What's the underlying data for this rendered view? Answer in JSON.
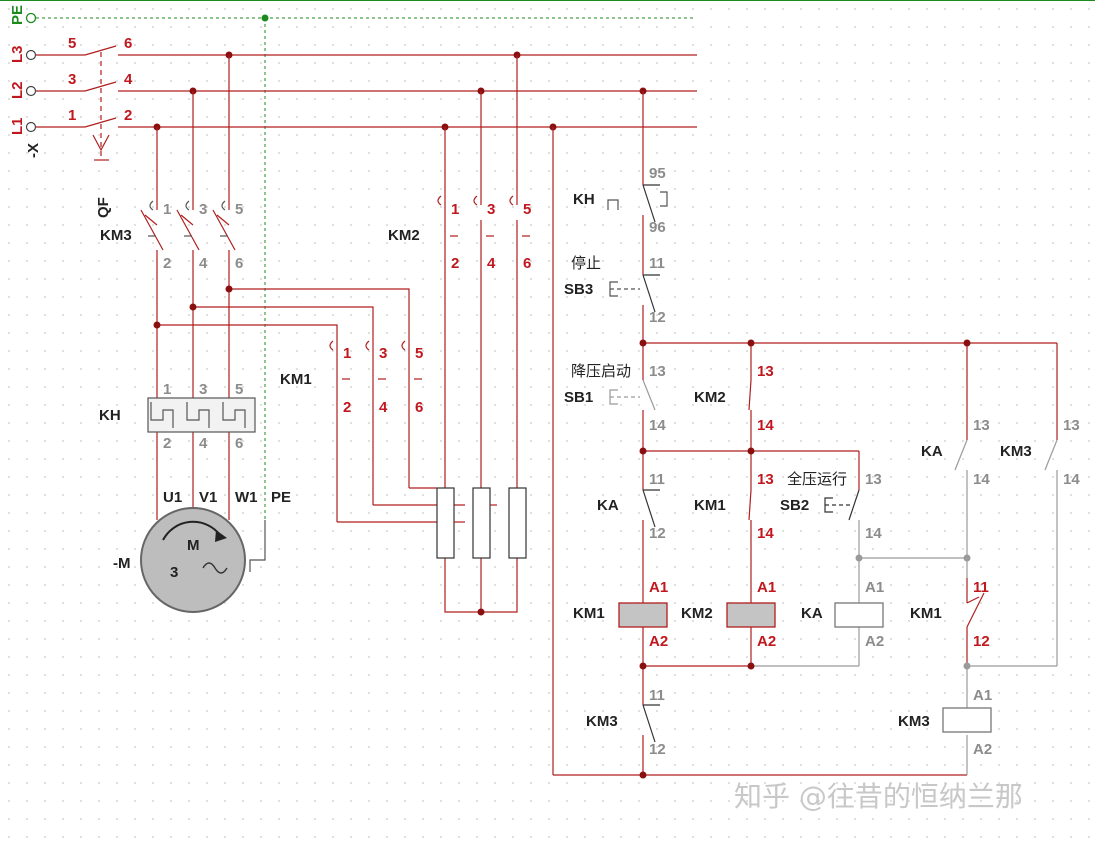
{
  "colors": {
    "wire_red": "#b01e1e",
    "wire_gray": "#9a9a9a",
    "pe_green": "#1c8a1c",
    "motor_fill": "#bdbdbd",
    "coil_fill": "#c4c4c4"
  },
  "supply": {
    "pe": "PE",
    "l3": "L3",
    "l2": "L2",
    "l1": "L1",
    "x": "-X"
  },
  "breaker": {
    "name": "QF",
    "t5": "5",
    "t6": "6",
    "t3": "3",
    "t4": "4",
    "t1": "1",
    "t2": "2"
  },
  "km3_main": {
    "name": "KM3",
    "t1": "1",
    "t3": "3",
    "t5": "5",
    "t2": "2",
    "t4": "4",
    "t6": "6"
  },
  "km2_main": {
    "name": "KM2",
    "t1": "1",
    "t3": "3",
    "t5": "5",
    "t2": "2",
    "t4": "4",
    "t6": "6"
  },
  "km1_main": {
    "name": "KM1",
    "t1": "1",
    "t3": "3",
    "t5": "5",
    "t2": "2",
    "t4": "4",
    "t6": "6"
  },
  "kh_main": {
    "name": "KH",
    "t1": "1",
    "t3": "3",
    "t5": "5",
    "t2": "2",
    "t4": "4",
    "t6": "6"
  },
  "motor": {
    "name": "-M",
    "u1": "U1",
    "v1": "V1",
    "w1": "W1",
    "pe": "PE",
    "m": "M",
    "phases": "3",
    "ac": "~"
  },
  "control": {
    "kh": {
      "name": "KH",
      "t95": "95",
      "t96": "96"
    },
    "stop": {
      "name": "SB3",
      "label": "停止",
      "t11": "11",
      "t12": "12"
    },
    "start_reduced": {
      "name": "SB1",
      "label": "降压启动",
      "t13": "13",
      "t14": "14"
    },
    "km2_aux": {
      "name": "KM2",
      "t13": "13",
      "t14": "14"
    },
    "ka_nc": {
      "name": "KA",
      "t11": "11",
      "t12": "12"
    },
    "km1_aux": {
      "name": "KM1",
      "t13": "13",
      "t14": "14"
    },
    "full_run": {
      "name": "SB2",
      "label": "全压运行",
      "t13": "13",
      "t14": "14"
    },
    "ka_no": {
      "name": "KA",
      "t13": "13",
      "t14": "14"
    },
    "km3_no": {
      "name": "KM3",
      "t13": "13",
      "t14": "14"
    },
    "coil_km1": {
      "name": "KM1",
      "a1": "A1",
      "a2": "A2"
    },
    "coil_km2": {
      "name": "KM2",
      "a1": "A1",
      "a2": "A2"
    },
    "coil_ka": {
      "name": "KA",
      "a1": "A1",
      "a2": "A2"
    },
    "km1_nc": {
      "name": "KM1",
      "t11": "11",
      "t12": "12"
    },
    "km3_nc": {
      "name": "KM3",
      "t11": "11",
      "t12": "12"
    },
    "coil_km3": {
      "name": "KM3",
      "a1": "A1",
      "a2": "A2"
    }
  },
  "watermark": "知乎 @往昔的恒纳兰那"
}
